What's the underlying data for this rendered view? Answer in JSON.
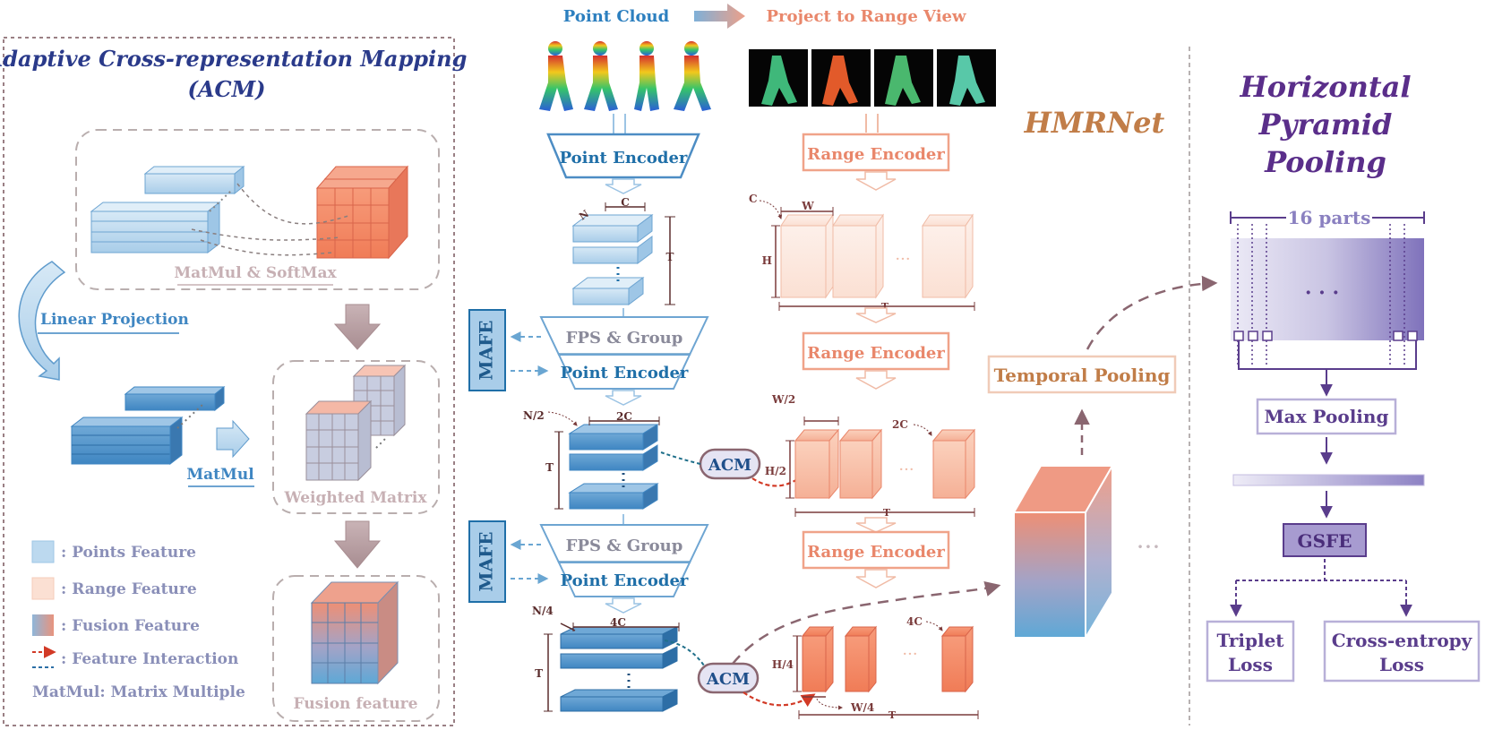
{
  "acm_panel": {
    "title_line1": "Adaptive Cross-representation Mapping",
    "title_line2": "(ACM)",
    "matmul_softmax": "MatMul & SoftMax",
    "linear_projection": "Linear Projection",
    "matmul": "MatMul",
    "weighted_matrix": "Weighted Matrix",
    "fusion_feature": "Fusion feature",
    "legend": {
      "points": ": Points Feature",
      "range": ": Range Feature",
      "fusion": ": Fusion Feature",
      "interaction": ": Feature Interaction",
      "matmul_note": "MatMul: Matrix Multiple"
    }
  },
  "center": {
    "point_cloud": "Point Cloud",
    "project_range": "Project to Range View",
    "point_encoder": "Point Encoder",
    "fps_group": "FPS & Group",
    "mafe": "MAFE",
    "acm": "ACM",
    "range_encoder": "Range Encoder",
    "hmrnet": "HMRNet",
    "temporal_pooling": "Temporal Pooling",
    "dims": {
      "N": "N",
      "C": "C",
      "T": "T",
      "N2": "N/2",
      "C2": "2C",
      "N4": "N/4",
      "C4": "4C",
      "W": "W",
      "H": "H",
      "W2": "W/2",
      "H2": "H/2",
      "W4": "W/4",
      "H4": "H/4",
      "ellipsis": "···"
    }
  },
  "hpp": {
    "title_line1": "Horizontal",
    "title_line2": "Pyramid",
    "title_line3": "Pooling",
    "parts": "16 parts",
    "dots": "· · ·",
    "max_pooling": "Max Pooling",
    "gsfe": "GSFE",
    "triplet_line1": "Triplet",
    "triplet_line2": "Loss",
    "ce_line1": "Cross-entropy",
    "ce_line2": "Loss"
  },
  "colors": {
    "blue_dark": "#1f6fa8",
    "blue_light": "#bcd9ef",
    "orange": "#e8866a",
    "orange_light": "#fbe3d8",
    "purple": "#5a3d8c",
    "purple_light": "#b8b0d8",
    "grey_dash": "#9a8f8f",
    "red_arrow": "#d23a26"
  }
}
